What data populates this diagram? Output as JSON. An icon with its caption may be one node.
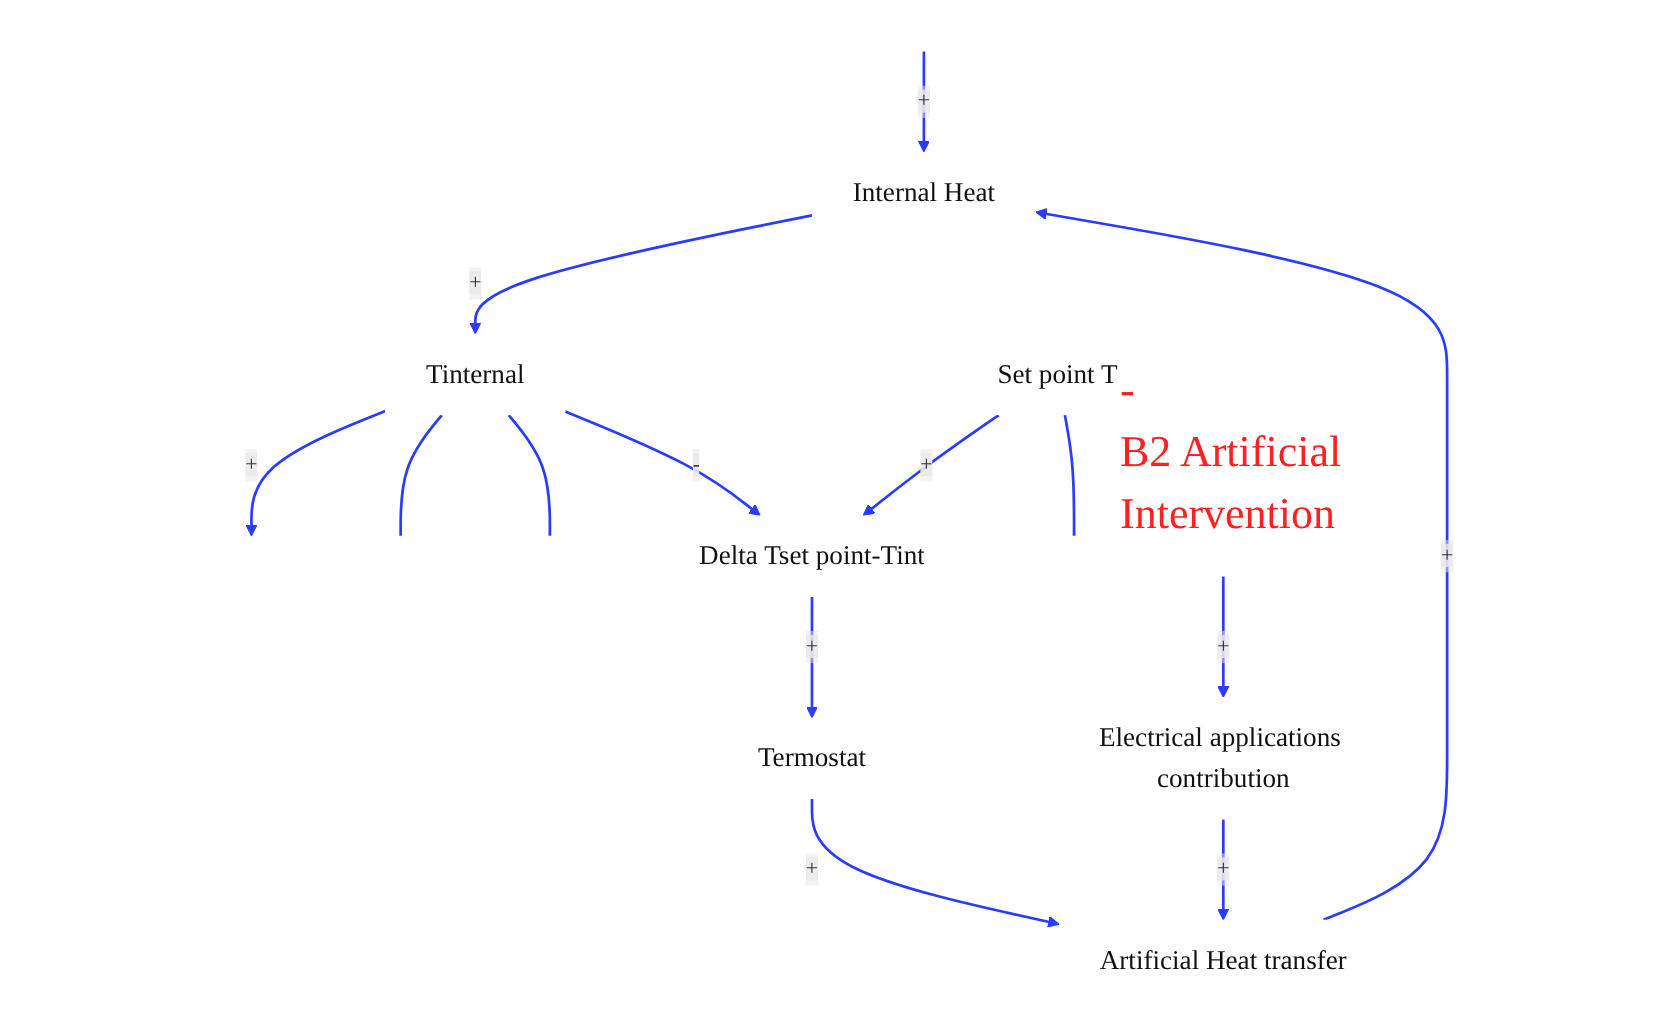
{
  "diagram": {
    "nodes": [
      {
        "text": [
          "Internal Heat"
        ]
      },
      {
        "text": [
          "Tinternal"
        ]
      },
      {
        "text": [
          "Artificial Heat transfer"
        ]
      },
      {
        "text": [
          "Termostat"
        ]
      },
      {
        "text": [
          "Delta Tset point-Tint"
        ]
      },
      {
        "text": [
          "Electrical applications contribution"
        ]
      },
      {
        "text": [
          "Set point T"
        ]
      }
    ],
    "edges": [
      {
        "from": 1,
        "to": null,
        "arrow": "to",
        "label": "+"
      },
      {
        "from": null,
        "to": 0,
        "arrow": "to",
        "label": "+"
      },
      {
        "from": 0,
        "to": 1,
        "arrow": "to",
        "label": "+"
      },
      {
        "from": 2,
        "to": 0,
        "arrow": "to",
        "label": "+"
      },
      {
        "from": 1,
        "to": null,
        "arrow": "none"
      },
      {
        "from": 1,
        "to": null,
        "arrow": "none"
      },
      {
        "from": 1,
        "to": 4,
        "arrow": "to",
        "label": "-"
      },
      {
        "from": 4,
        "to": 3,
        "arrow": "to",
        "label": "+"
      },
      {
        "from": 3,
        "to": 2,
        "arrow": "to",
        "label": "+"
      },
      {
        "from": 5,
        "to": 2,
        "arrow": "to",
        "label": "+"
      },
      {
        "from": 6,
        "to": 4,
        "arrow": "to",
        "label": "+"
      },
      {
        "from": 6,
        "to": null,
        "arrow": "none"
      },
      {
        "from": null,
        "to": 5,
        "arrow": "to",
        "label": "+"
      }
    ],
    "labels": [
      "-",
      "B2 Artificial Intervention"
    ]
  }
}
